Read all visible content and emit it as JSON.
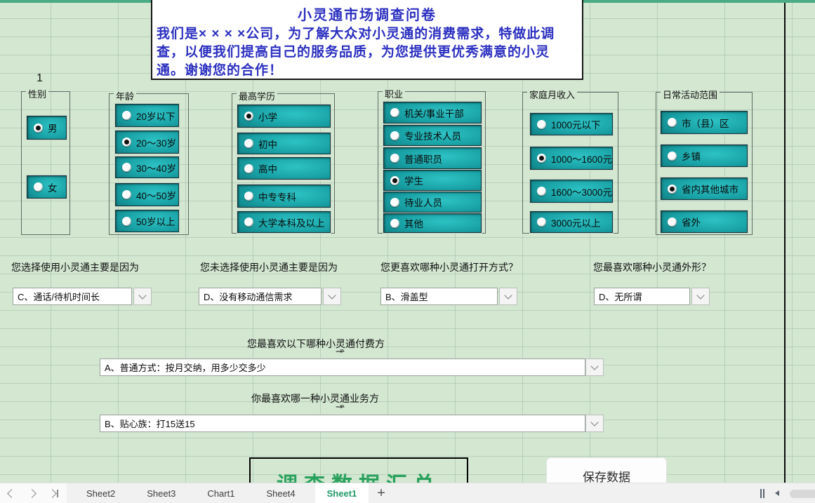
{
  "colors": {
    "sheet_bg": "#d3e7d1",
    "top_strip_green": "#4aab84",
    "panel_teal": "#169ca0",
    "title_blue": "#2b2fc0",
    "summary_green": "#29a15d",
    "active_tab_green": "#21996a"
  },
  "intro": {
    "title": "小灵通市场调查问卷",
    "body": "我们是× × × ×公司，为了解大众对小灵通的消费需求，特做此调查，以便我们提高自己的服务品质，为您提供更优秀满意的小灵通。谢谢您的合作！"
  },
  "row_number": "1",
  "groups": [
    {
      "title": "性别",
      "options": [
        {
          "label": "男",
          "selected": true
        },
        {
          "label": "女",
          "selected": false
        }
      ]
    },
    {
      "title": "年龄",
      "options": [
        {
          "label": "20岁以下",
          "selected": false
        },
        {
          "label": "20～30岁",
          "selected": true
        },
        {
          "label": "30～40岁",
          "selected": false
        },
        {
          "label": "40～50岁",
          "selected": false
        },
        {
          "label": "50岁以上",
          "selected": false
        }
      ]
    },
    {
      "title": "最高学历",
      "options": [
        {
          "label": "小学",
          "selected": true
        },
        {
          "label": "初中",
          "selected": false
        },
        {
          "label": "高中",
          "selected": false
        },
        {
          "label": "中专专科",
          "selected": false
        },
        {
          "label": "大学本科及以上",
          "selected": false
        }
      ]
    },
    {
      "title": "职业",
      "options": [
        {
          "label": "机关/事业干部",
          "selected": false
        },
        {
          "label": "专业技术人员",
          "selected": false
        },
        {
          "label": "普通职员",
          "selected": false
        },
        {
          "label": "学生",
          "selected": true
        },
        {
          "label": "待业人员",
          "selected": false
        },
        {
          "label": "其他",
          "selected": false
        }
      ]
    },
    {
      "title": "家庭月收入",
      "options": [
        {
          "label": "1000元以下",
          "selected": false
        },
        {
          "label": "1000～1600元",
          "selected": true
        },
        {
          "label": "1600～3000元",
          "selected": false
        },
        {
          "label": "3000元以上",
          "selected": false
        }
      ]
    },
    {
      "title": "日常活动范围",
      "options": [
        {
          "label": "市（县）区",
          "selected": false
        },
        {
          "label": "乡镇",
          "selected": false
        },
        {
          "label": "省内其他城市",
          "selected": true
        },
        {
          "label": "省外",
          "selected": false
        }
      ]
    }
  ],
  "questions": [
    {
      "label": "您选择使用小灵通主要是因为",
      "value": "C、通话/待机时间长"
    },
    {
      "label": "您未选择使用小灵通主要是因为",
      "value": "D、没有移动通信需求"
    },
    {
      "label": "您更喜欢哪种小灵通打开方式？",
      "value": "B、滑盖型"
    },
    {
      "label": "您最喜欢哪种小灵通外形？",
      "value": "D、无所谓"
    },
    {
      "label": "您最喜欢以下哪种小灵通付费方",
      "clipped": "式",
      "value": "A、普通方式：按月交纳，用多少交多少"
    },
    {
      "label": "你最喜欢哪一种小灵通业务方",
      "clipped": "式",
      "value": "B、贴心族：打15送15"
    }
  ],
  "summary_box": {
    "label": "调查数据汇总"
  },
  "save_button": {
    "label": "保存数据"
  },
  "tabbar": {
    "tabs": [
      {
        "label": "Sheet2",
        "active": false
      },
      {
        "label": "Sheet3",
        "active": false
      },
      {
        "label": "Chart1",
        "active": false
      },
      {
        "label": "Sheet4",
        "active": false
      },
      {
        "label": "Sheet1",
        "active": true
      }
    ],
    "add_label": "+"
  },
  "icons": {
    "dropdown_chevron": "⌄",
    "nav_prev": "‹",
    "nav_next": "›",
    "nav_last": "›|",
    "scroll_left": "◄",
    "splitter": "‖"
  }
}
